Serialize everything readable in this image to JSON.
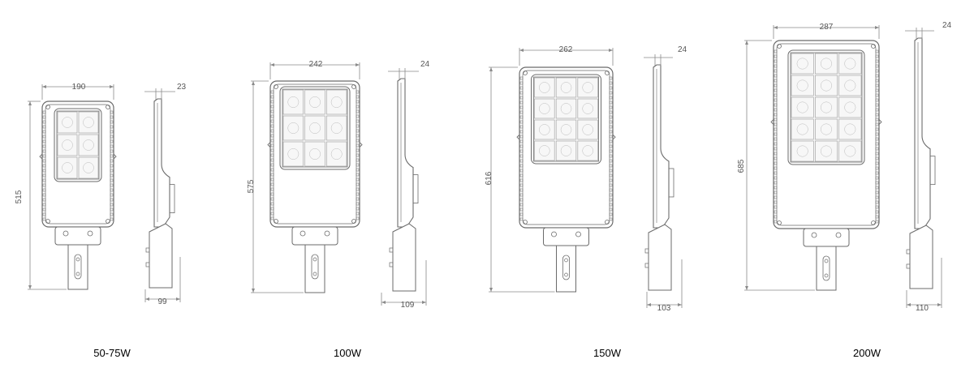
{
  "colors": {
    "line": "#6b6b6b",
    "dim": "#8a8a8a",
    "text": "#555555",
    "caption": "#000000"
  },
  "models": [
    {
      "label": "50-75W",
      "width": "190",
      "height": "515",
      "thickness": "23",
      "depth": "99",
      "led_rows": 3,
      "led_cols": 2
    },
    {
      "label": "100W",
      "width": "242",
      "height": "575",
      "thickness": "24",
      "depth": "109",
      "led_rows": 3,
      "led_cols": 3
    },
    {
      "label": "150W",
      "width": "262",
      "height": "616",
      "thickness": "24",
      "depth": "103",
      "led_rows": 4,
      "led_cols": 3
    },
    {
      "label": "200W",
      "width": "287",
      "height": "685",
      "thickness": "24",
      "depth": "110",
      "led_rows": 5,
      "led_cols": 3
    }
  ]
}
